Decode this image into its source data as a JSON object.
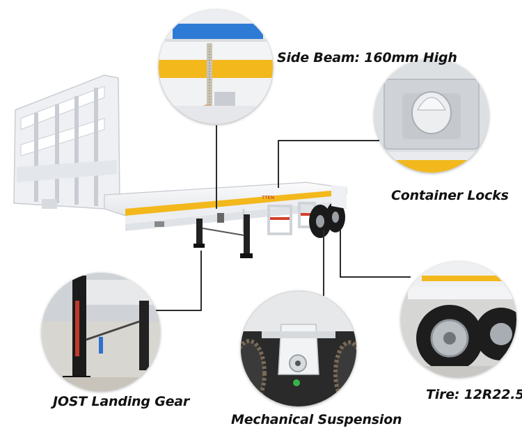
{
  "callouts": {
    "side_beam": "Side Beam: 160mm High",
    "container_locks": "Container Locks",
    "landing_gear": "JOST Landing Gear",
    "suspension": "Mechanical Suspension",
    "tire": "Tire: 12R22.5"
  },
  "colors": {
    "trailer_white": "#f4f5f7",
    "stripe_yellow": "#f2b81c",
    "stripe_red": "#d2432f",
    "leader_line": "#2b2b2b",
    "background": "#ffffff"
  }
}
